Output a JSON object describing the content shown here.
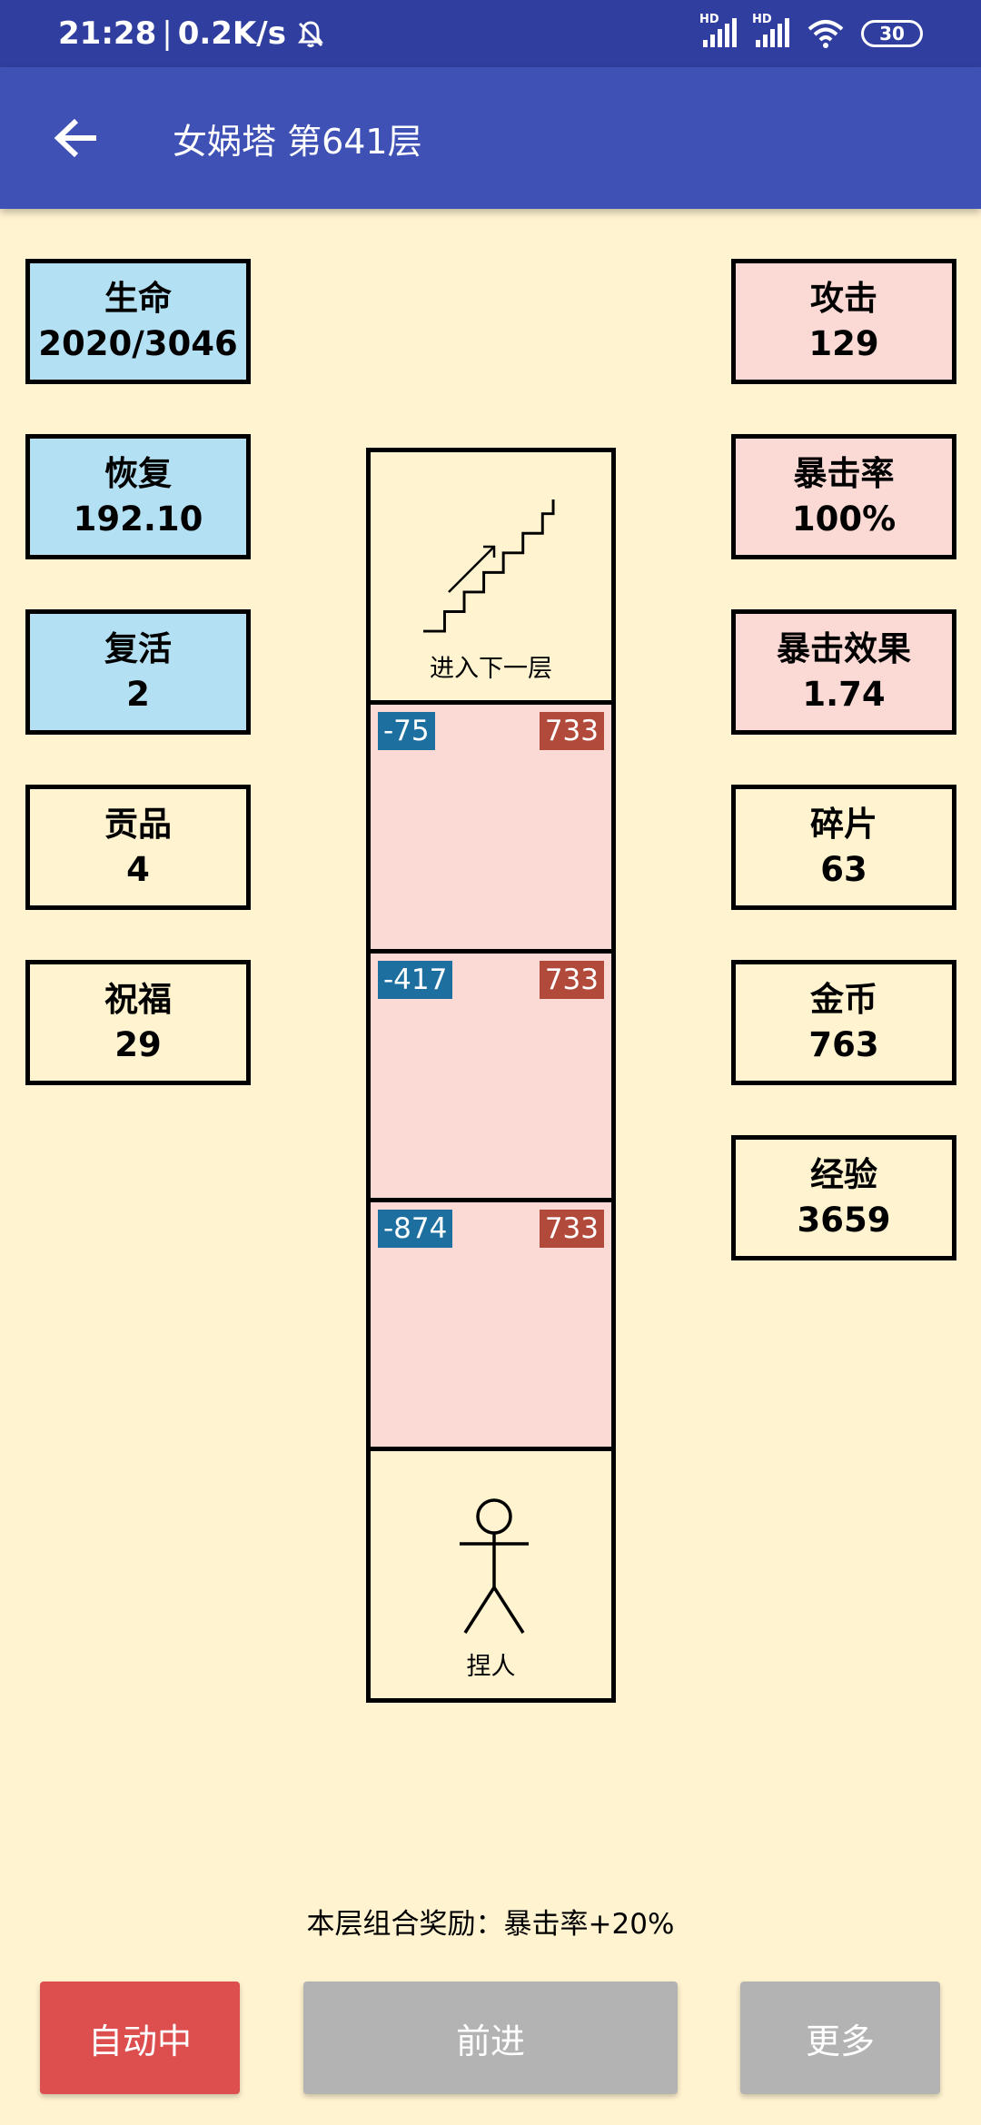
{
  "status_bar": {
    "time": "21:28",
    "separator": "|",
    "net_speed": "0.2K/s",
    "signal1_label": "HD",
    "signal2_label": "HD",
    "battery": "30"
  },
  "app_bar": {
    "title": "女娲塔 第641层"
  },
  "left_stats": [
    {
      "label": "生命",
      "value": "2020/3046"
    },
    {
      "label": "恢复",
      "value": "192.10"
    },
    {
      "label": "复活",
      "value": "2"
    },
    {
      "label": "贡品",
      "value": "4"
    },
    {
      "label": "祝福",
      "value": "29"
    }
  ],
  "right_stats": [
    {
      "label": "攻击",
      "value": "129"
    },
    {
      "label": "暴击率",
      "value": "100%"
    },
    {
      "label": "暴击效果",
      "value": "1.74"
    },
    {
      "label": "碎片",
      "value": "63"
    },
    {
      "label": "金币",
      "value": "763"
    },
    {
      "label": "经验",
      "value": "3659"
    }
  ],
  "tower": {
    "stairs_label": "进入下一层",
    "enemies": [
      {
        "damage": "-75",
        "attack": "733"
      },
      {
        "damage": "-417",
        "attack": "733"
      },
      {
        "damage": "-874",
        "attack": "733"
      }
    ],
    "player_label": "捏人"
  },
  "bonus_text": "本层组合奖励：暴击率+20%",
  "buttons": {
    "auto": "自动中",
    "forward": "前进",
    "more": "更多"
  },
  "colors": {
    "status_bar": "#303f9f",
    "app_bar": "#3f51b5",
    "background": "#fff3d0",
    "stat_blue": "#b3e0f3",
    "stat_pink": "#fbdad5",
    "tag_blue": "#1d6fa0",
    "tag_red": "#b24a3c",
    "auto_button": "#dd4f4f",
    "gray_button": "#b3b3b3"
  },
  "icons": {
    "back": "arrow-left-icon",
    "mute": "bell-off-icon",
    "signal": "signal-bars-icon",
    "wifi": "wifi-icon",
    "battery": "battery-icon",
    "stairs": "stairs-icon",
    "player": "stick-figure-icon"
  }
}
